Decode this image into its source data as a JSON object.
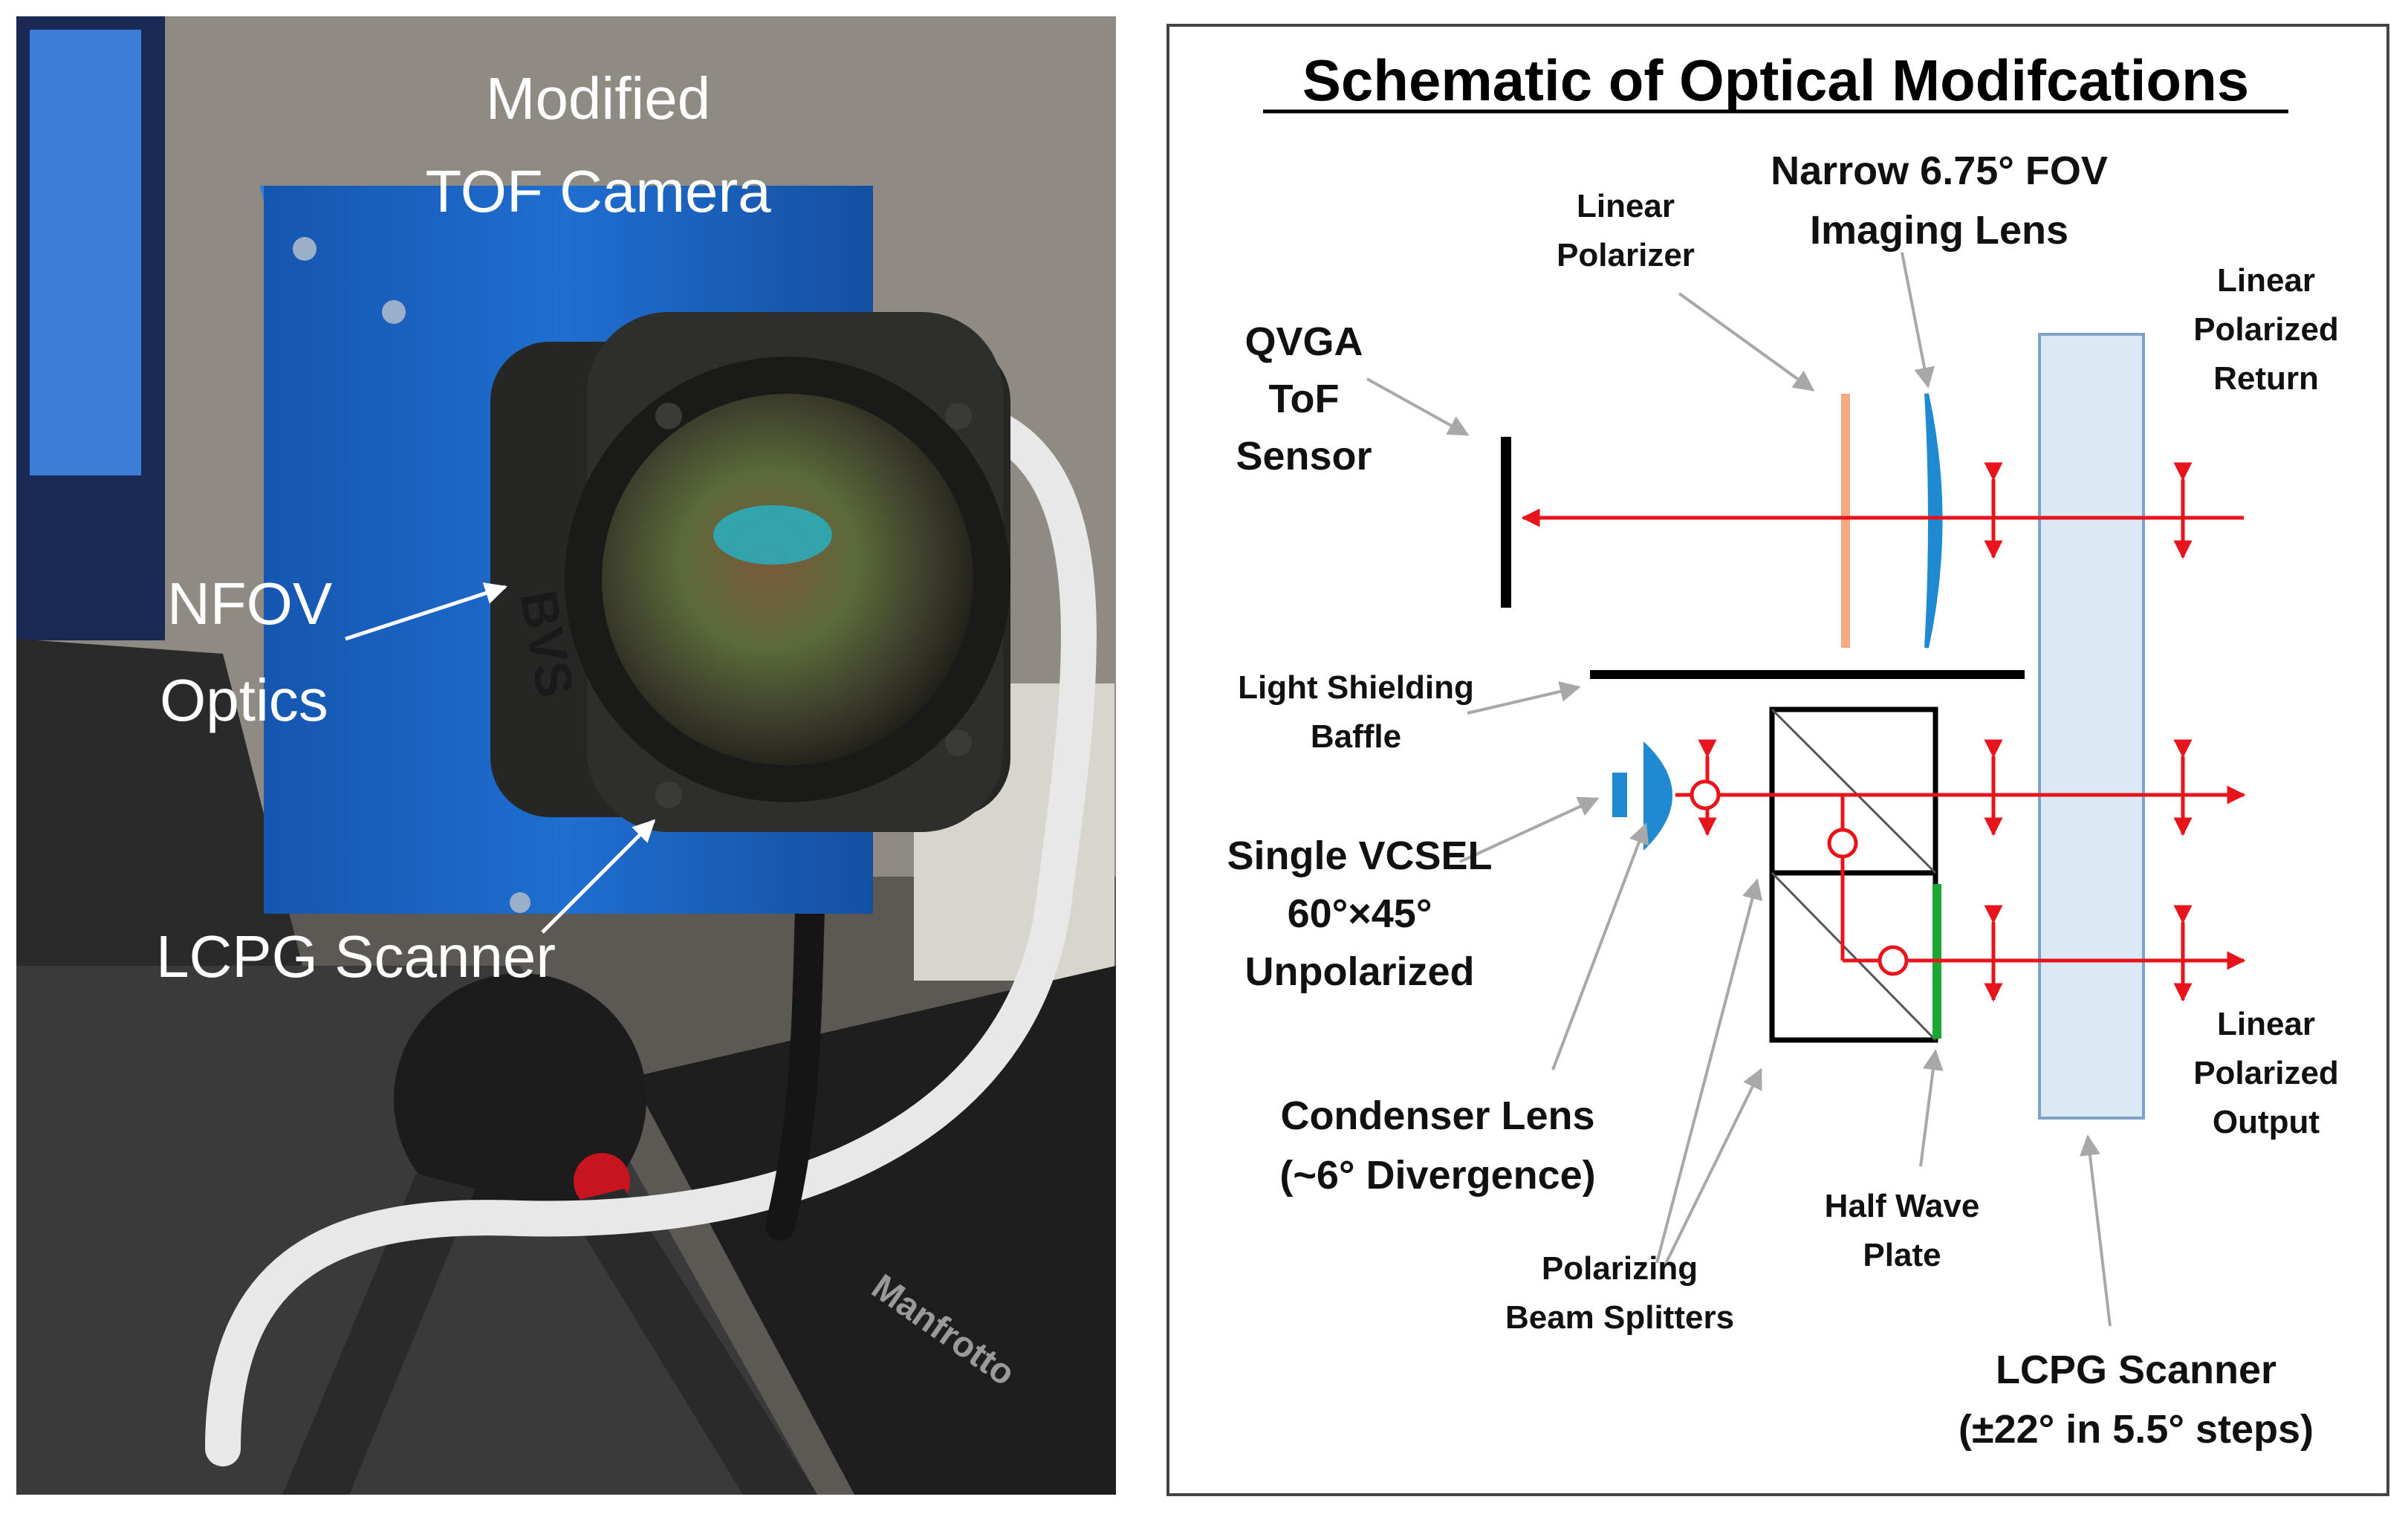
{
  "photo": {
    "labels": {
      "camera_line1": "Modified",
      "camera_line2": "TOF Camera",
      "nfov_line1": "NFOV",
      "nfov_line2": "Optics",
      "scanner": "LCPG Scanner"
    },
    "logos": {
      "bvs_emboss": "BVS",
      "tripod_brand": "Manfrotto"
    }
  },
  "schematic": {
    "title": "Schematic of Optical Modifcations",
    "labels": {
      "qvga_line1": "QVGA",
      "qvga_line2": "ToF",
      "qvga_line3": "Sensor",
      "linear_polarizer_line1": "Linear",
      "linear_polarizer_line2": "Polarizer",
      "imaging_lens_line1": "Narrow 6.75° FOV",
      "imaging_lens_line2": "Imaging Lens",
      "return_line1": "Linear",
      "return_line2": "Polarized",
      "return_line3": "Return",
      "baffle_line1": "Light Shielding",
      "baffle_line2": "Baffle",
      "vcsel_line1": "Single VCSEL",
      "vcsel_line2": "60°×45°",
      "vcsel_line3": "Unpolarized",
      "condenser_line1": "Condenser Lens",
      "condenser_line2": "(~6° Divergence)",
      "pbs_line1": "Polarizing",
      "pbs_line2": "Beam Splitters",
      "hwp_line1": "Half Wave",
      "hwp_line2": "Plate",
      "output_line1": "Linear",
      "output_line2": "Polarized",
      "output_line3": "Output",
      "lcpg_line1": "LCPG Scanner",
      "lcpg_line2": "(±22° in 5.5° steps)"
    },
    "colors": {
      "beam": "#e8141b",
      "polarizer": "#f5a97f",
      "lens": "#1f8ad1",
      "scanner_fill": "#dbe9f5",
      "scanner_stroke": "#7fa3c8",
      "wave_plate": "#19a832",
      "pointer": "#a8a8a8"
    }
  }
}
